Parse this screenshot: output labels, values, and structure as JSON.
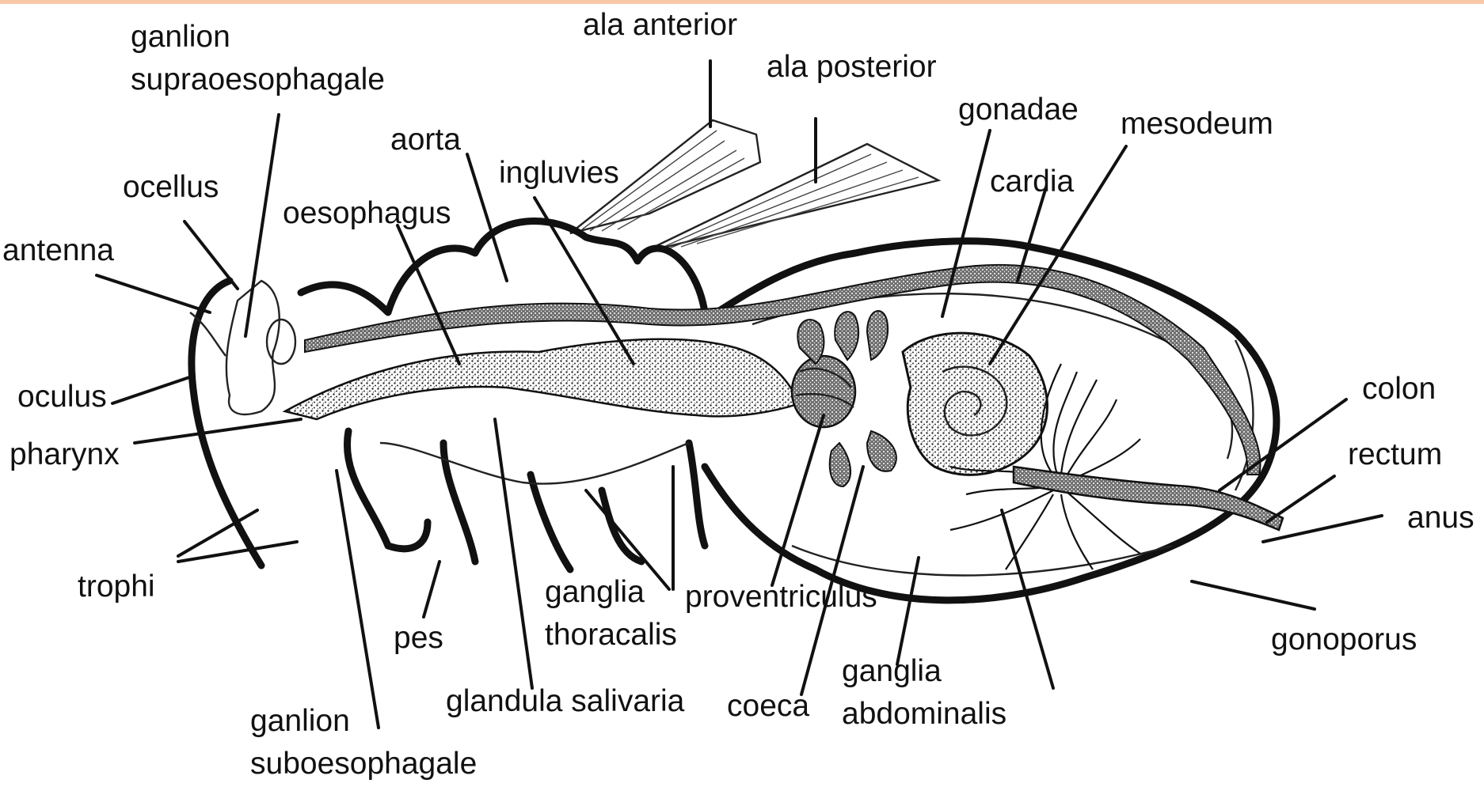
{
  "colors": {
    "accent_bar": "#f7c8a8",
    "ink": "#111111",
    "stipple": "#8a8a8a",
    "background": "#ffffff"
  },
  "labels": {
    "ganlion_supra": [
      "ganlion",
      "supraoesophagale"
    ],
    "ala_anterior": "ala anterior",
    "ala_posterior": "ala posterior",
    "gonadae": "gonadae",
    "mesodeum": "mesodeum",
    "aorta": "aorta",
    "ingluvies": "ingluvies",
    "ocellus": "ocellus",
    "cardia": "cardia",
    "oesophagus": "oesophagus",
    "antenna": "antenna",
    "oculus": "oculus",
    "pharynx": "pharynx",
    "colon": "colon",
    "rectum": "rectum",
    "anus": "anus",
    "trophi": "trophi",
    "ganglia_thoracalis": [
      "ganglia",
      "thoracalis"
    ],
    "proventriculus": "proventriculus",
    "pes": "pes",
    "gonoporus": "gonoporus",
    "ganglia_abdominalis": [
      "ganglia",
      "abdominalis"
    ],
    "glandula_salivaria": "glandula salivaria",
    "coeca": "coeca",
    "ganlion_sub": [
      "ganlion",
      "suboesophagale"
    ]
  }
}
